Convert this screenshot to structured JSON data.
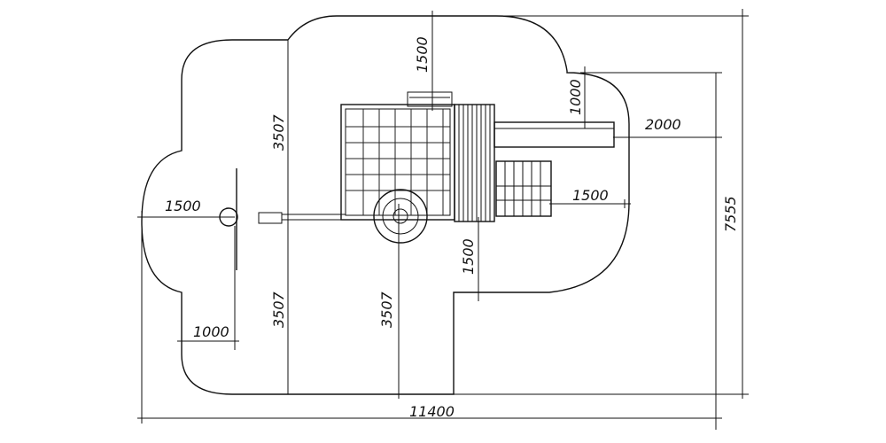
{
  "dimensions": {
    "top_1500": "1500",
    "top_1000": "1000",
    "right_2000": "2000",
    "right_7555": "7555",
    "right_1500": "1500",
    "left_1500": "1500",
    "left_3507_top": "3507",
    "left_3507_bottom": "3507",
    "mid_3507": "3507",
    "mid_1500": "1500",
    "bottom_1000": "1000",
    "bottom_11400": "11400"
  }
}
